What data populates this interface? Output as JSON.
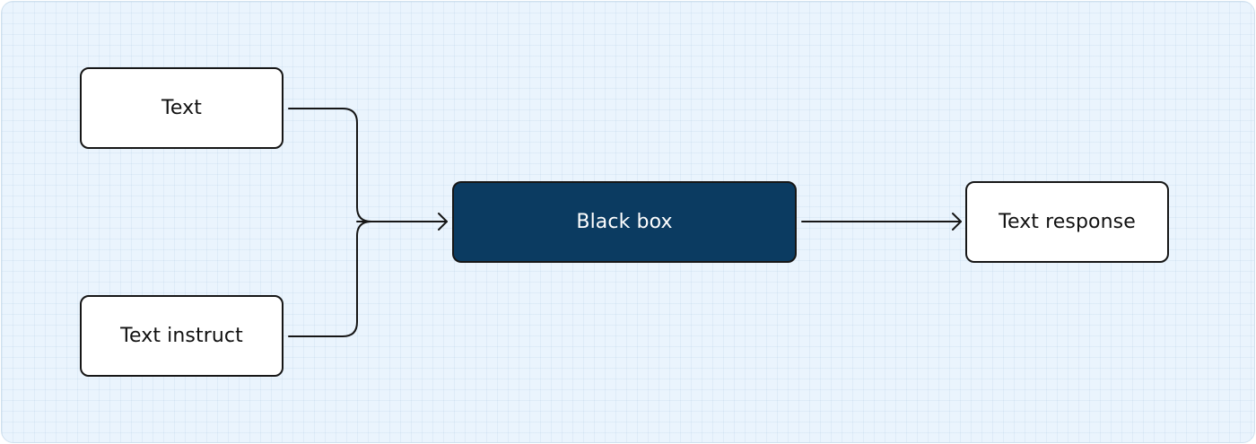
{
  "diagram": {
    "nodes": {
      "text": "Text",
      "text_instruct": "Text instruct",
      "black_box": "Black box",
      "text_response": "Text response"
    },
    "edges": [
      {
        "from": "text",
        "to": "black_box"
      },
      {
        "from": "text_instruct",
        "to": "black_box"
      },
      {
        "from": "black_box",
        "to": "text_response"
      }
    ],
    "colors": {
      "background": "#eaf4fd",
      "node_fill": "#ffffff",
      "node_border": "#161616",
      "highlight_fill": "#0b3b61",
      "highlight_text": "#ffffff",
      "connector": "#161616"
    }
  }
}
